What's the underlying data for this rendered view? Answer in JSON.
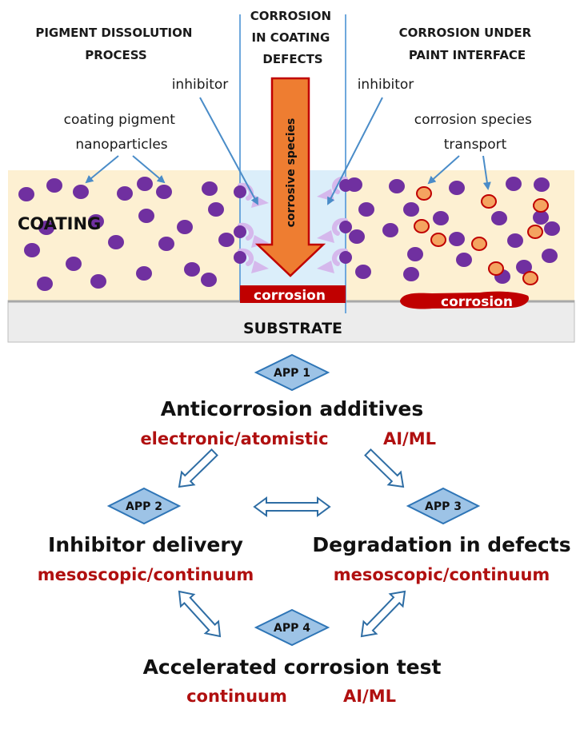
{
  "header": {
    "left": [
      "PIGMENT DISSOLUTION",
      "PROCESS"
    ],
    "center": [
      "CORROSION",
      "IN COATING",
      "DEFECTS"
    ],
    "right": [
      "CORROSION UNDER",
      "PAINT INTERFACE"
    ]
  },
  "labels": {
    "inhibitor_left": "inhibitor",
    "inhibitor_right": "inhibitor",
    "pigment": [
      "coating pigment",
      "nanoparticles"
    ],
    "transport": [
      "corrosion species",
      "transport"
    ],
    "corrosive_species": "corrosive species",
    "coating": "COATING",
    "substrate": "SUBSTRATE",
    "corrosion_defect": "corrosion",
    "corrosion_under": "corrosion"
  },
  "apps": {
    "app1": {
      "badge": "APP 1",
      "title": "Anticorrosion additives",
      "methods": [
        "electronic/atomistic",
        "AI/ML"
      ]
    },
    "app2": {
      "badge": "APP 2",
      "title": "Inhibitor delivery",
      "methods": [
        "mesoscopic/continuum"
      ]
    },
    "app3": {
      "badge": "APP 3",
      "title": "Degradation in defects",
      "methods": [
        "mesoscopic/continuum"
      ]
    },
    "app4": {
      "badge": "APP 4",
      "title": "Accelerated corrosion test",
      "methods": [
        "continuum",
        "AI/ML"
      ]
    }
  },
  "colors": {
    "coating": "#fdf0d2",
    "substrate": "#ececec",
    "particle": "#7030a0",
    "species_fill": "#f4a460",
    "species_stroke": "#c00000",
    "corrosion": "#c00000",
    "arrow_orange": "#ee7d31",
    "defect_fill": "#dbeefa",
    "badge_fill": "#9dc3e6",
    "badge_stroke": "#2e75b6",
    "outline_arrow": "#2e6da4",
    "method_text": "#b01010",
    "inhibitor_arrow": "#d5b8ec"
  }
}
